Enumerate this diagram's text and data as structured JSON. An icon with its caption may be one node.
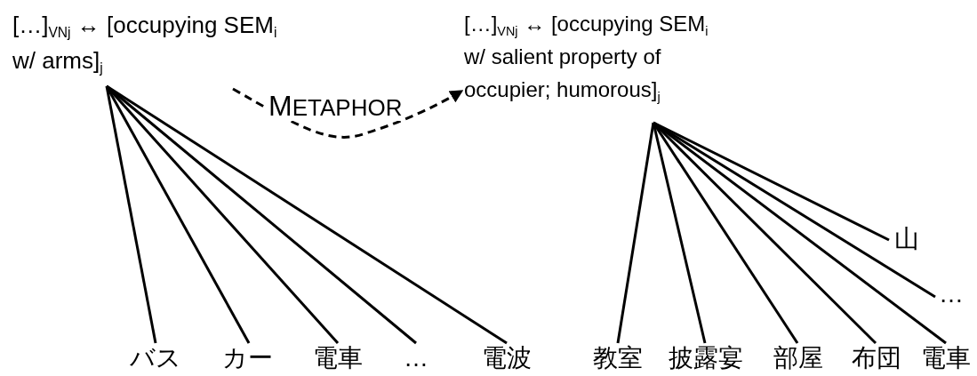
{
  "diagram": {
    "nodes": [
      {
        "text": [
          "[…]$_{VNj}$ ↔ [occupying SEM$_{i}$ w/ arms]$_{j}$"
        ]
      },
      {
        "text": [
          "[…]$_{VNj}$ ↔ [occupying SEM$_{i}$ w/ salient property of occupier; humorous]$_{j}$"
        ]
      },
      {
        "text": [
          "バス"
        ]
      },
      {
        "text": [
          "カー"
        ]
      },
      {
        "text": [
          "電車"
        ]
      },
      {
        "text": [
          "…"
        ]
      },
      {
        "text": [
          "電波"
        ]
      },
      {
        "text": [
          "教室"
        ]
      },
      {
        "text": [
          "披露宴"
        ]
      },
      {
        "text": [
          "部屋"
        ]
      },
      {
        "text": [
          "布団"
        ]
      },
      {
        "text": [
          "電車"
        ]
      },
      {
        "text": [
          "…"
        ]
      },
      {
        "text": [
          "山"
        ]
      }
    ],
    "edges": [
      {
        "from": 0,
        "to": 1,
        "arrow": "to",
        "style": "dashed",
        "label": "METAPHOR"
      },
      {
        "from": 0,
        "to": 2,
        "arrow": "none"
      },
      {
        "from": 0,
        "to": 3,
        "arrow": "none"
      },
      {
        "from": 0,
        "to": 4,
        "arrow": "none"
      },
      {
        "from": 0,
        "to": 5,
        "arrow": "none"
      },
      {
        "from": 0,
        "to": 6,
        "arrow": "none"
      },
      {
        "from": 1,
        "to": 7,
        "arrow": "none"
      },
      {
        "from": 1,
        "to": 8,
        "arrow": "none"
      },
      {
        "from": 1,
        "to": 9,
        "arrow": "none"
      },
      {
        "from": 1,
        "to": 10,
        "arrow": "none"
      },
      {
        "from": 1,
        "to": 11,
        "arrow": "none"
      },
      {
        "from": 1,
        "to": 12,
        "arrow": "none"
      },
      {
        "from": 1,
        "to": 13,
        "arrow": "none"
      }
    ]
  }
}
